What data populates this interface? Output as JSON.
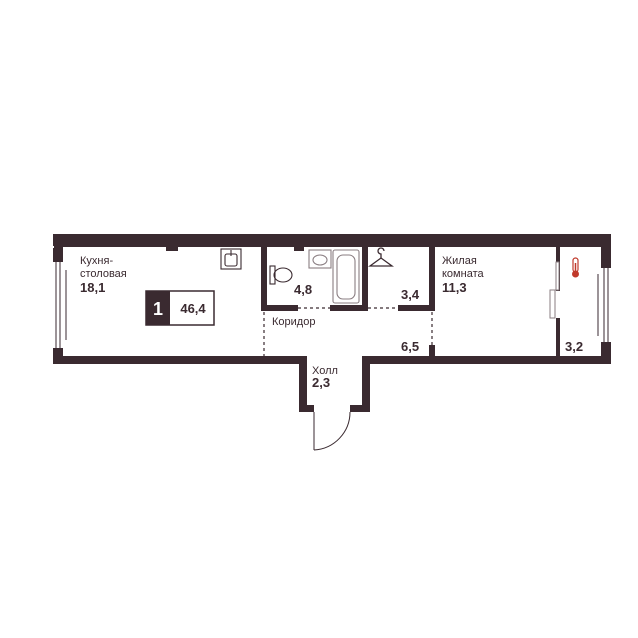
{
  "plan": {
    "rooms_count": "1",
    "total_area": "46,4",
    "rooms": [
      {
        "id": "kitchen",
        "name_line1": "Кухня-",
        "name_line2": "столовая",
        "area": "18,1"
      },
      {
        "id": "bathroom",
        "name": "",
        "area": "4,8"
      },
      {
        "id": "wardrobe",
        "name": "",
        "area": "3,4"
      },
      {
        "id": "living",
        "name_line1": "Жилая",
        "name_line2": "комната",
        "area": "11,3"
      },
      {
        "id": "balcony",
        "name": "",
        "area": "3,2"
      },
      {
        "id": "corridor",
        "name": "Коридор",
        "area": "6,5"
      },
      {
        "id": "hall",
        "name": "Холл",
        "area": "2,3"
      }
    ],
    "colors": {
      "wall": "#3a2a30",
      "thin_line": "#8a7e82",
      "background": "#ffffff",
      "accent": "#c0392b"
    }
  }
}
